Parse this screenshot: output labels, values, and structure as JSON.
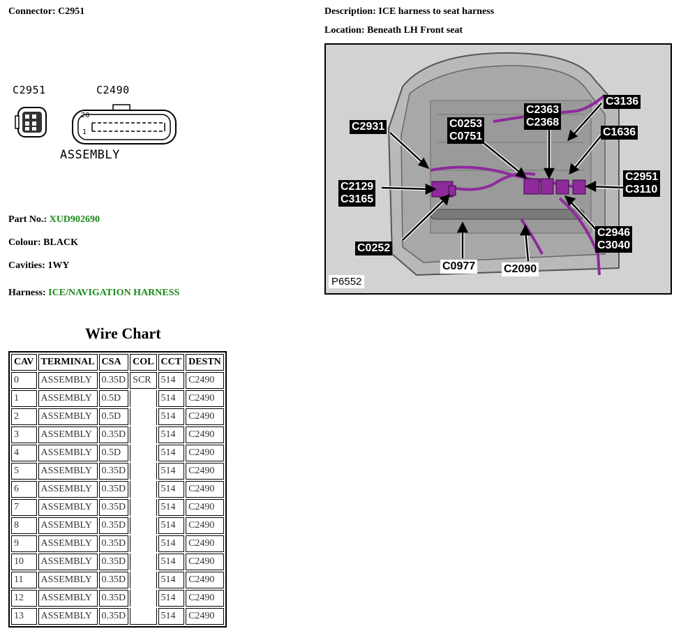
{
  "header": {
    "connector_label": "Connector:",
    "connector_value": "C2951",
    "description_label": "Description:",
    "description_value": "ICE harness to seat harness",
    "location_label": "Location:",
    "location_value": "Beneath LH Front seat"
  },
  "drawing": {
    "left_connector": "C2951",
    "right_connector": "C2490",
    "pin_top": "20",
    "pin_bottom": "1",
    "caption": "ASSEMBLY"
  },
  "details": {
    "part_label": "Part No.:",
    "part_value": "XUD902690",
    "colour_label": "Colour:",
    "colour_value": "BLACK",
    "cavities_label": "Cavities:",
    "cavities_value": "1WY",
    "harness_label": "Harness:",
    "harness_value": "ICE/NAVIGATION HARNESS"
  },
  "wire_chart": {
    "title": "Wire Chart",
    "headers": [
      "CAV",
      "TERMINAL",
      "CSA",
      "COL",
      "CCT",
      "DESTN"
    ],
    "rows": [
      [
        "0",
        "ASSEMBLY",
        "0.35D",
        "SCR",
        "514",
        "C2490"
      ],
      [
        "1",
        "ASSEMBLY",
        "0.5D",
        "",
        "514",
        "C2490"
      ],
      [
        "2",
        "ASSEMBLY",
        "0.5D",
        "",
        "514",
        "C2490"
      ],
      [
        "3",
        "ASSEMBLY",
        "0.35D",
        "",
        "514",
        "C2490"
      ],
      [
        "4",
        "ASSEMBLY",
        "0.5D",
        "",
        "514",
        "C2490"
      ],
      [
        "5",
        "ASSEMBLY",
        "0.35D",
        "",
        "514",
        "C2490"
      ],
      [
        "6",
        "ASSEMBLY",
        "0.35D",
        "",
        "514",
        "C2490"
      ],
      [
        "7",
        "ASSEMBLY",
        "0.35D",
        "",
        "514",
        "C2490"
      ],
      [
        "8",
        "ASSEMBLY",
        "0.35D",
        "",
        "514",
        "C2490"
      ],
      [
        "9",
        "ASSEMBLY",
        "0.35D",
        "",
        "514",
        "C2490"
      ],
      [
        "10",
        "ASSEMBLY",
        "0.35D",
        "",
        "514",
        "C2490"
      ],
      [
        "11",
        "ASSEMBLY",
        "0.35D",
        "",
        "514",
        "C2490"
      ],
      [
        "12",
        "ASSEMBLY",
        "0.35D",
        "",
        "514",
        "C2490"
      ],
      [
        "13",
        "ASSEMBLY",
        "0.35D",
        "",
        "514",
        "C2490"
      ]
    ]
  },
  "photo": {
    "figure_id": "P6552",
    "callouts": [
      "C2931",
      "C0253",
      "C0751",
      "C2363",
      "C2368",
      "C3136",
      "C1636",
      "C2129",
      "C3165",
      "C2951",
      "C3110",
      "C0252",
      "C0977",
      "C2090",
      "C2946",
      "C3040"
    ]
  },
  "colors": {
    "accent_green": "#1a8a1a",
    "harness_purple": "#8e2a9c"
  }
}
